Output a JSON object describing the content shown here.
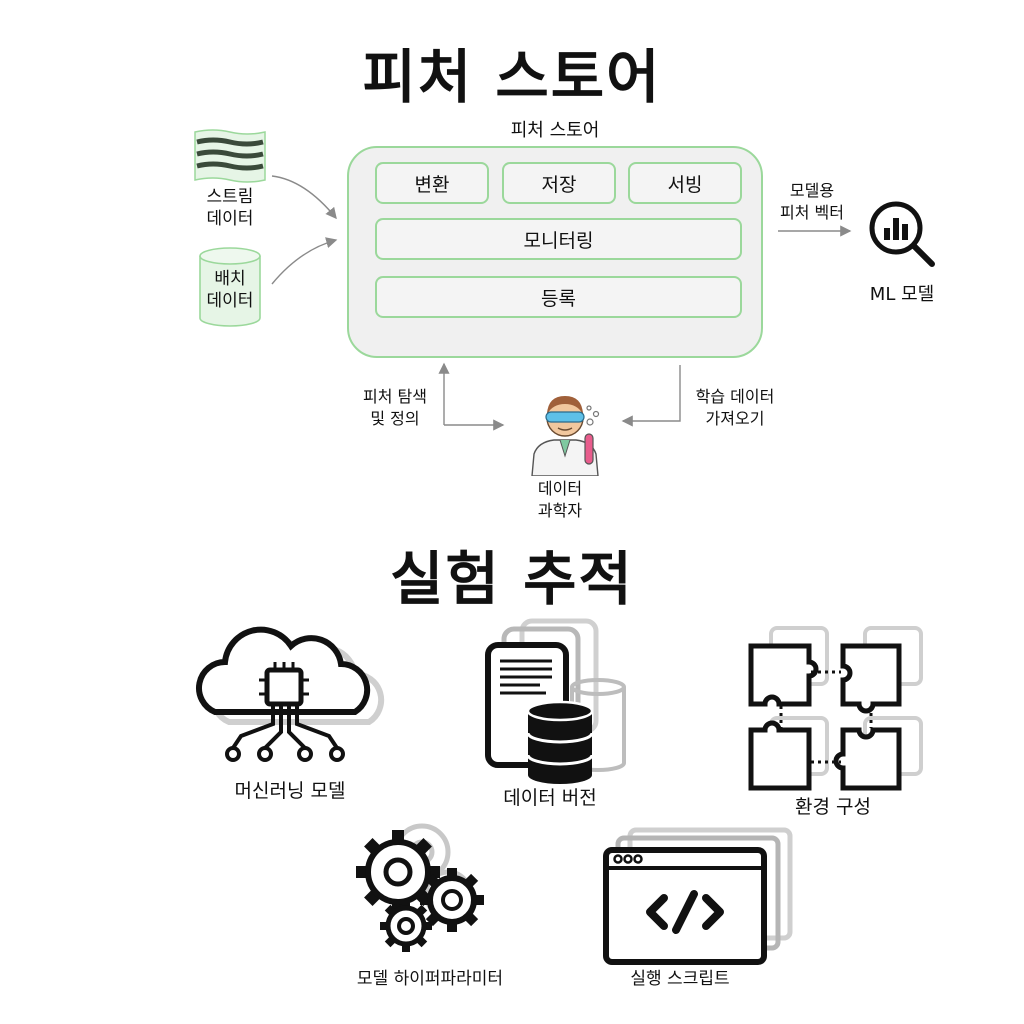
{
  "titles": {
    "feature_store": "피처 스토어",
    "experiment_tracking": "실험 추적"
  },
  "feature_store_diagram": {
    "box_label": "피처 스토어",
    "modules": {
      "transform": "변환",
      "storage": "저장",
      "serving": "서빙",
      "monitoring": "모니터링",
      "registry": "등록"
    },
    "sources": {
      "stream_line1": "스트림",
      "stream_line2": "데이터",
      "batch_line1": "배치",
      "batch_line2": "데이터"
    },
    "output": {
      "vector_line1": "모델용",
      "vector_line2": "피처 벡터",
      "ml_model": "ML 모델"
    },
    "interactions": {
      "discover_line1": "피처 탐색",
      "discover_line2": "및 정의",
      "fetch_line1": "학습 데이터",
      "fetch_line2": "가져오기"
    },
    "actor": {
      "line1": "데이터",
      "line2": "과학자"
    }
  },
  "experiment_items": {
    "ml_model": "머신러닝 모델",
    "data_version": "데이터 버전",
    "env_config": "환경 구성",
    "hyperparams": "모델 하이퍼파라미터",
    "run_script": "실행 스크립트"
  },
  "colors": {
    "accent_green": "#9bd89b",
    "box_fill": "#f0f0f0",
    "ink": "#111111",
    "arrow_gray": "#8a8a8a"
  },
  "icons": [
    "stream-data-icon",
    "batch-database-icon",
    "ml-model-magnifier-icon",
    "scientist-icon",
    "cloud-chip-icon",
    "document-database-icon",
    "puzzle-icon",
    "gears-icon",
    "code-window-icon"
  ]
}
